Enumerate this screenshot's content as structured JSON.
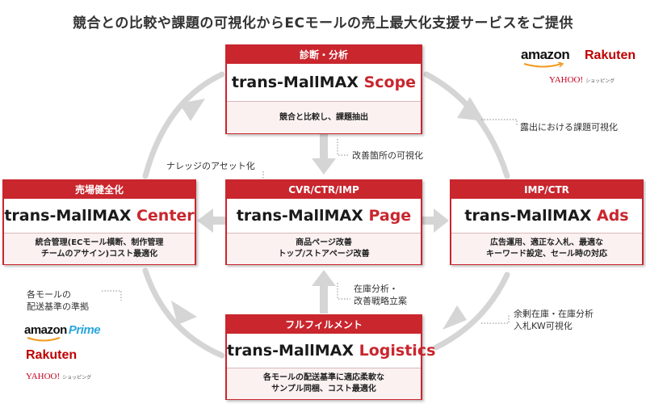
{
  "title": "競合との比較や課題の可視化からECモールの売上最大化支援サービスをご提供",
  "brand_prefix": "trans-MallMAX",
  "services": {
    "scope": {
      "category": "診断・分析",
      "name": "Scope",
      "desc": [
        "競合と比較し、課題抽出"
      ]
    },
    "center": {
      "category": "売場健全化",
      "name": "Center",
      "desc": [
        "統合管理(ECモール横断、制作管理",
        "チームのアサイン)コスト最適化"
      ]
    },
    "page": {
      "category": "CVR/CTR/IMP",
      "name": "Page",
      "desc": [
        "商品ページ改善",
        "トップ/ストアページ改善"
      ]
    },
    "ads": {
      "category": "IMP/CTR",
      "name": "Ads",
      "desc": [
        "広告運用、適正な入札、最適な",
        "キーワード設定、セール時の対応"
      ]
    },
    "logistics": {
      "category": "フルフィルメント",
      "name": "Logistics",
      "desc": [
        "各モールの配送基準に適応柔軟な",
        "サンプル同梱、コスト最適化"
      ]
    }
  },
  "notes": {
    "scope_to_ads": "露出における課題可視化",
    "scope_to_page": "改善箇所の可視化",
    "page_to_center": "ナレッジのアセット化",
    "logistics_to_page": [
      "在庫分析・",
      "改善戦略立案"
    ],
    "logistics_to_ads": [
      "余剰在庫・在庫分析",
      "入札KW可視化"
    ],
    "shipping_standards": [
      "各モールの",
      "配送基準の準拠"
    ]
  },
  "logos": {
    "amazon": "amazon",
    "rakuten": "Rakuten",
    "yahoo": "YAHOO!",
    "yahoo_sub": "ショッピング",
    "amazon_prime_a": "amazon",
    "amazon_prime_b": "Prime"
  },
  "colors": {
    "accent": "#c9262e",
    "arrow": "#d5d5d5",
    "desc_bg": "#fbf1f1"
  }
}
